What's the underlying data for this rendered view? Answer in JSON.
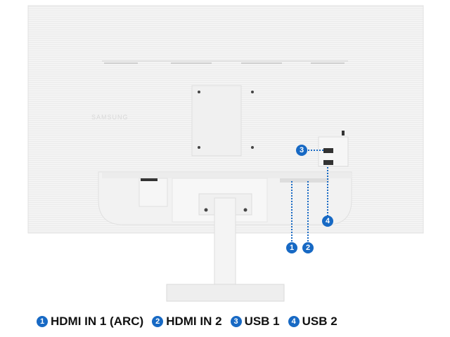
{
  "brand_logo": "SAMSUNG",
  "callouts": [
    {
      "number": "1",
      "label": "HDMI IN 1 (ARC)"
    },
    {
      "number": "2",
      "label": "HDMI IN 2"
    },
    {
      "number": "3",
      "label": "USB 1"
    },
    {
      "number": "4",
      "label": "USB 2"
    }
  ],
  "colors": {
    "accent": "#1769c4",
    "body": "#f3f3f3"
  }
}
